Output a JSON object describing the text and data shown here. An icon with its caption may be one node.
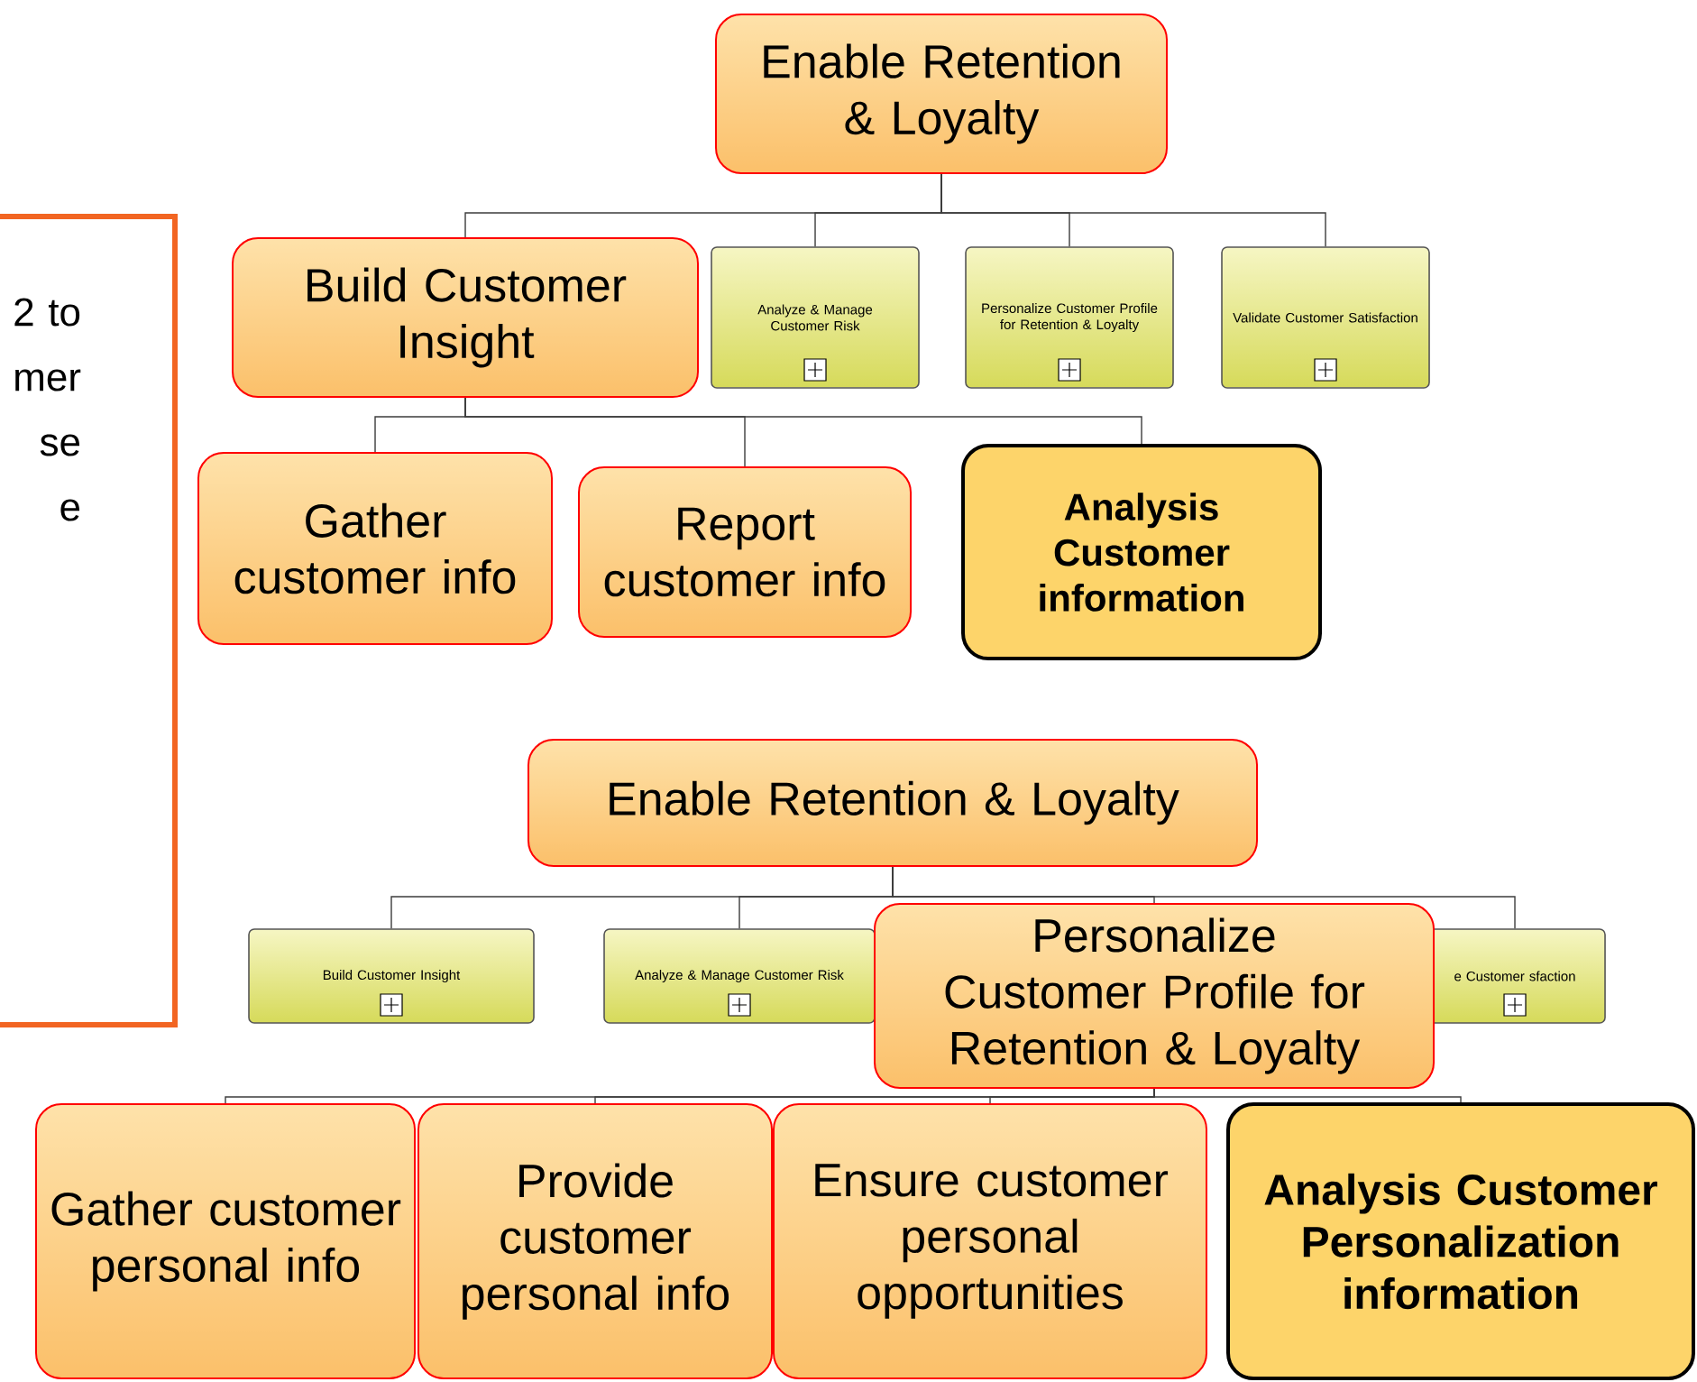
{
  "diagram": {
    "nodes": [
      {
        "text": [
          "2 to mer se e"
        ]
      },
      {
        "text": [
          "Enable Retention & Loyalty"
        ]
      },
      {
        "text": [
          "Build Customer Insight"
        ]
      },
      {
        "text": [
          "Analyze & Manage Customer Risk"
        ]
      },
      {
        "text": [
          "Personalize Customer Profile for Retention & Loyalty"
        ]
      },
      {
        "text": [
          "Validate Customer Satisfaction"
        ]
      },
      {
        "text": [
          "Gather customer info"
        ]
      },
      {
        "text": [
          "Report customer info"
        ]
      },
      {
        "text": [
          "Analysis Customer information"
        ]
      },
      {
        "text": [
          "Enable Retention & Loyalty"
        ]
      },
      {
        "text": [
          "Build Customer Insight"
        ]
      },
      {
        "text": [
          "Analyze & Manage Customer Risk"
        ]
      },
      {
        "text": [
          "e Customer sfaction"
        ]
      },
      {
        "text": [
          "Personalize Customer Profile for Retention & Loyalty"
        ]
      },
      {
        "text": [
          "Gather customer personal info"
        ]
      },
      {
        "text": [
          "Provide customer personal info"
        ]
      },
      {
        "text": [
          "Ensure customer personal opportunities"
        ]
      },
      {
        "text": [
          "Analysis Customer Personalization information"
        ]
      }
    ],
    "edges": [
      {
        "from": 1,
        "to": 2,
        "arrow": "none"
      },
      {
        "from": 1,
        "to": 3,
        "arrow": "none"
      },
      {
        "from": 1,
        "to": 4,
        "arrow": "none"
      },
      {
        "from": 1,
        "to": 5,
        "arrow": "none"
      },
      {
        "from": 2,
        "to": 6,
        "arrow": "none"
      },
      {
        "from": 2,
        "to": 7,
        "arrow": "none"
      },
      {
        "from": 2,
        "to": 8,
        "arrow": "none"
      },
      {
        "from": 9,
        "to": 10,
        "arrow": "none"
      },
      {
        "from": 9,
        "to": 11,
        "arrow": "none"
      },
      {
        "from": 9,
        "to": 12,
        "arrow": "none"
      },
      {
        "from": 9,
        "to": 13,
        "arrow": "none"
      },
      {
        "from": 13,
        "to": 14,
        "arrow": "none"
      },
      {
        "from": 13,
        "to": 15,
        "arrow": "none"
      },
      {
        "from": 13,
        "to": 16,
        "arrow": "none"
      },
      {
        "from": 13,
        "to": 17,
        "arrow": "none"
      }
    ]
  }
}
